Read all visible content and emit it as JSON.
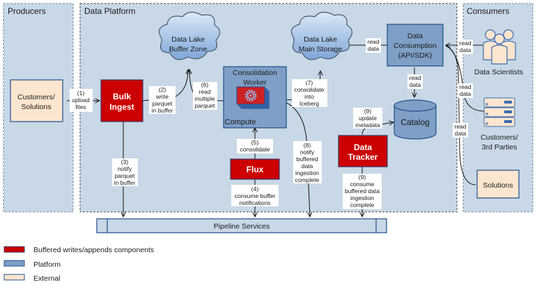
{
  "zones": {
    "producers": "Producers",
    "platform": "Data Platform",
    "consumers": "Consumers"
  },
  "nodes": {
    "customers_solutions": [
      "Customers/",
      "Solutions"
    ],
    "bulk_ingest": [
      "Bulk",
      "Ingest"
    ],
    "buffer_zone": [
      "Data Lake",
      "Buffer Zone"
    ],
    "main_storage": [
      "Data Lake",
      "Main Storage"
    ],
    "consolidation_worker": [
      "Consolidation",
      "Worker"
    ],
    "compute": "Compute",
    "data_consumption": [
      "Data",
      "Consumption",
      "(API/SDK)"
    ],
    "catalog": "Catalog",
    "data_tracker": [
      "Data",
      "Tracker"
    ],
    "flux": "Flux",
    "pipeline_services": "Pipeline Services",
    "data_scientists": "Data Scientists",
    "customers_3rd": [
      "Customers/",
      "3rd Parties"
    ],
    "solutions": "Solutions"
  },
  "edges": {
    "e1": [
      "(1)",
      "upload",
      "files"
    ],
    "e2": [
      "(2)",
      "write",
      "parquet",
      "in buffer"
    ],
    "e3": [
      "(3)",
      "notify",
      "parquet",
      "in buffer"
    ],
    "e4": [
      "(4)",
      "consume buffer",
      "notifications"
    ],
    "e5": [
      "(5)",
      "consolidate"
    ],
    "e6": [
      "(6)",
      "read",
      "multiple",
      "parquet"
    ],
    "e7": [
      "(7)",
      "consolidate",
      "into",
      "Iceberg"
    ],
    "e8": [
      "(8)",
      "notify",
      "buffered",
      "data",
      "ingestion",
      "complete"
    ],
    "e9a": [
      "(9)",
      "update",
      "metadata"
    ],
    "e9b": [
      "(9)",
      "consume",
      "buffered data",
      "ingestion",
      "complete"
    ],
    "read_main": [
      "read",
      "data"
    ],
    "read_catalog": [
      "read",
      "data"
    ],
    "read_ds": [
      "read",
      "data"
    ],
    "read_cust": [
      "read",
      "data"
    ],
    "read_sol": [
      "read",
      "data"
    ]
  },
  "legend": [
    {
      "label": "Buffered writes/appends components",
      "color": "#cc0000"
    },
    {
      "label": "Platform",
      "color": "#7f9fc6"
    },
    {
      "label": "External",
      "color": "#fde6cf"
    }
  ],
  "colors": {
    "zone_bg": "#c8d8e6",
    "red": "#cc0000",
    "platform": "#7f9fc6",
    "external": "#fde6cf",
    "border_blue": "#1f4e8c"
  }
}
